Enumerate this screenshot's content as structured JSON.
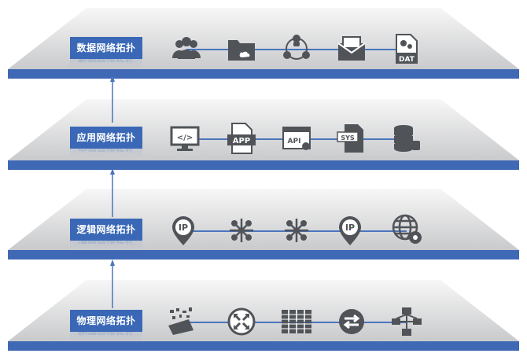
{
  "colors": {
    "accent": "#3a68b6",
    "bar": "#3f69b5",
    "icon": "#505459"
  },
  "layers": [
    {
      "label": "数据网络拓扑",
      "icons": [
        "users-group-icon",
        "cloud-folder-icon",
        "network-people-icon",
        "mail-icon",
        "dat-file-icon"
      ]
    },
    {
      "label": "应用网络拓扑",
      "icons": [
        "code-monitor-icon",
        "app-file-icon",
        "api-window-icon",
        "sys-file-icon",
        "database-icon"
      ]
    },
    {
      "label": "逻辑网络拓扑",
      "icons": [
        "ip-pin-icon",
        "hub-node-icon",
        "hub-node-icon",
        "ip-pin-icon",
        "globe-shield-icon"
      ]
    },
    {
      "label": "物理网络拓扑",
      "icons": [
        "laptop-scatter-icon",
        "router-icon",
        "server-rack-icon",
        "switch-icon",
        "lan-topology-icon"
      ]
    }
  ]
}
